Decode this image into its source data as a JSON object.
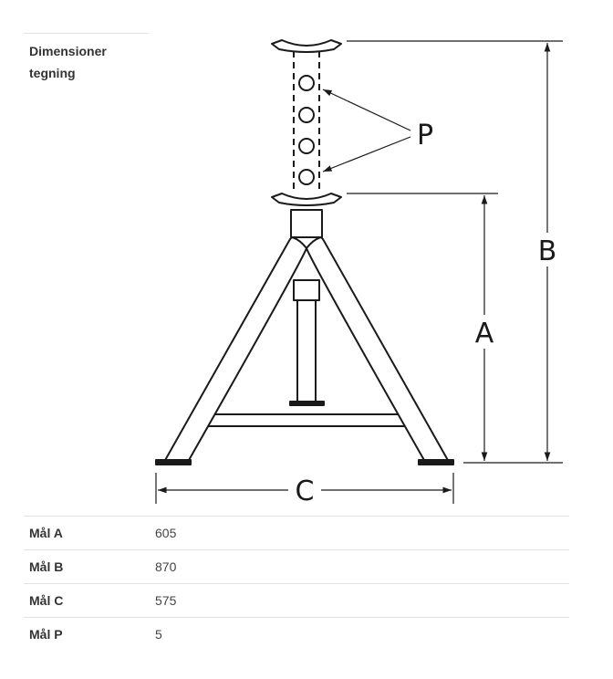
{
  "section": {
    "drawing_label": "Dimensioner tegning"
  },
  "diagram": {
    "label_a": "A",
    "label_b": "B",
    "label_c": "C",
    "label_p": "P"
  },
  "specs": [
    {
      "label": "Mål A",
      "value": "605"
    },
    {
      "label": "Mål B",
      "value": "870"
    },
    {
      "label": "Mål C",
      "value": "575"
    },
    {
      "label": "Mål P",
      "value": "5"
    }
  ]
}
